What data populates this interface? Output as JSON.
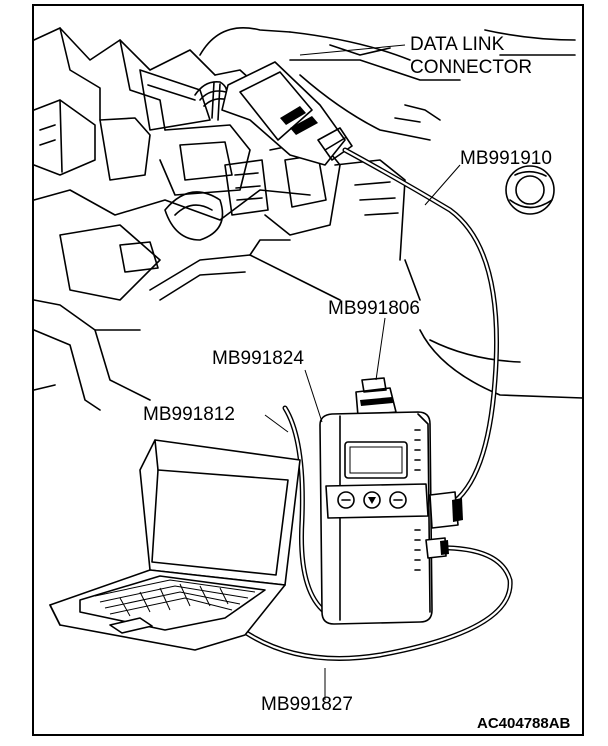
{
  "figure_code": "AC404788AB",
  "labels": {
    "data_link_line1": "DATA LINK",
    "data_link_line2": "CONNECTOR",
    "mb991910": "MB991910",
    "mb991806": "MB991806",
    "mb991824": "MB991824",
    "mb991812": "MB991812",
    "mb991827": "MB991827"
  }
}
